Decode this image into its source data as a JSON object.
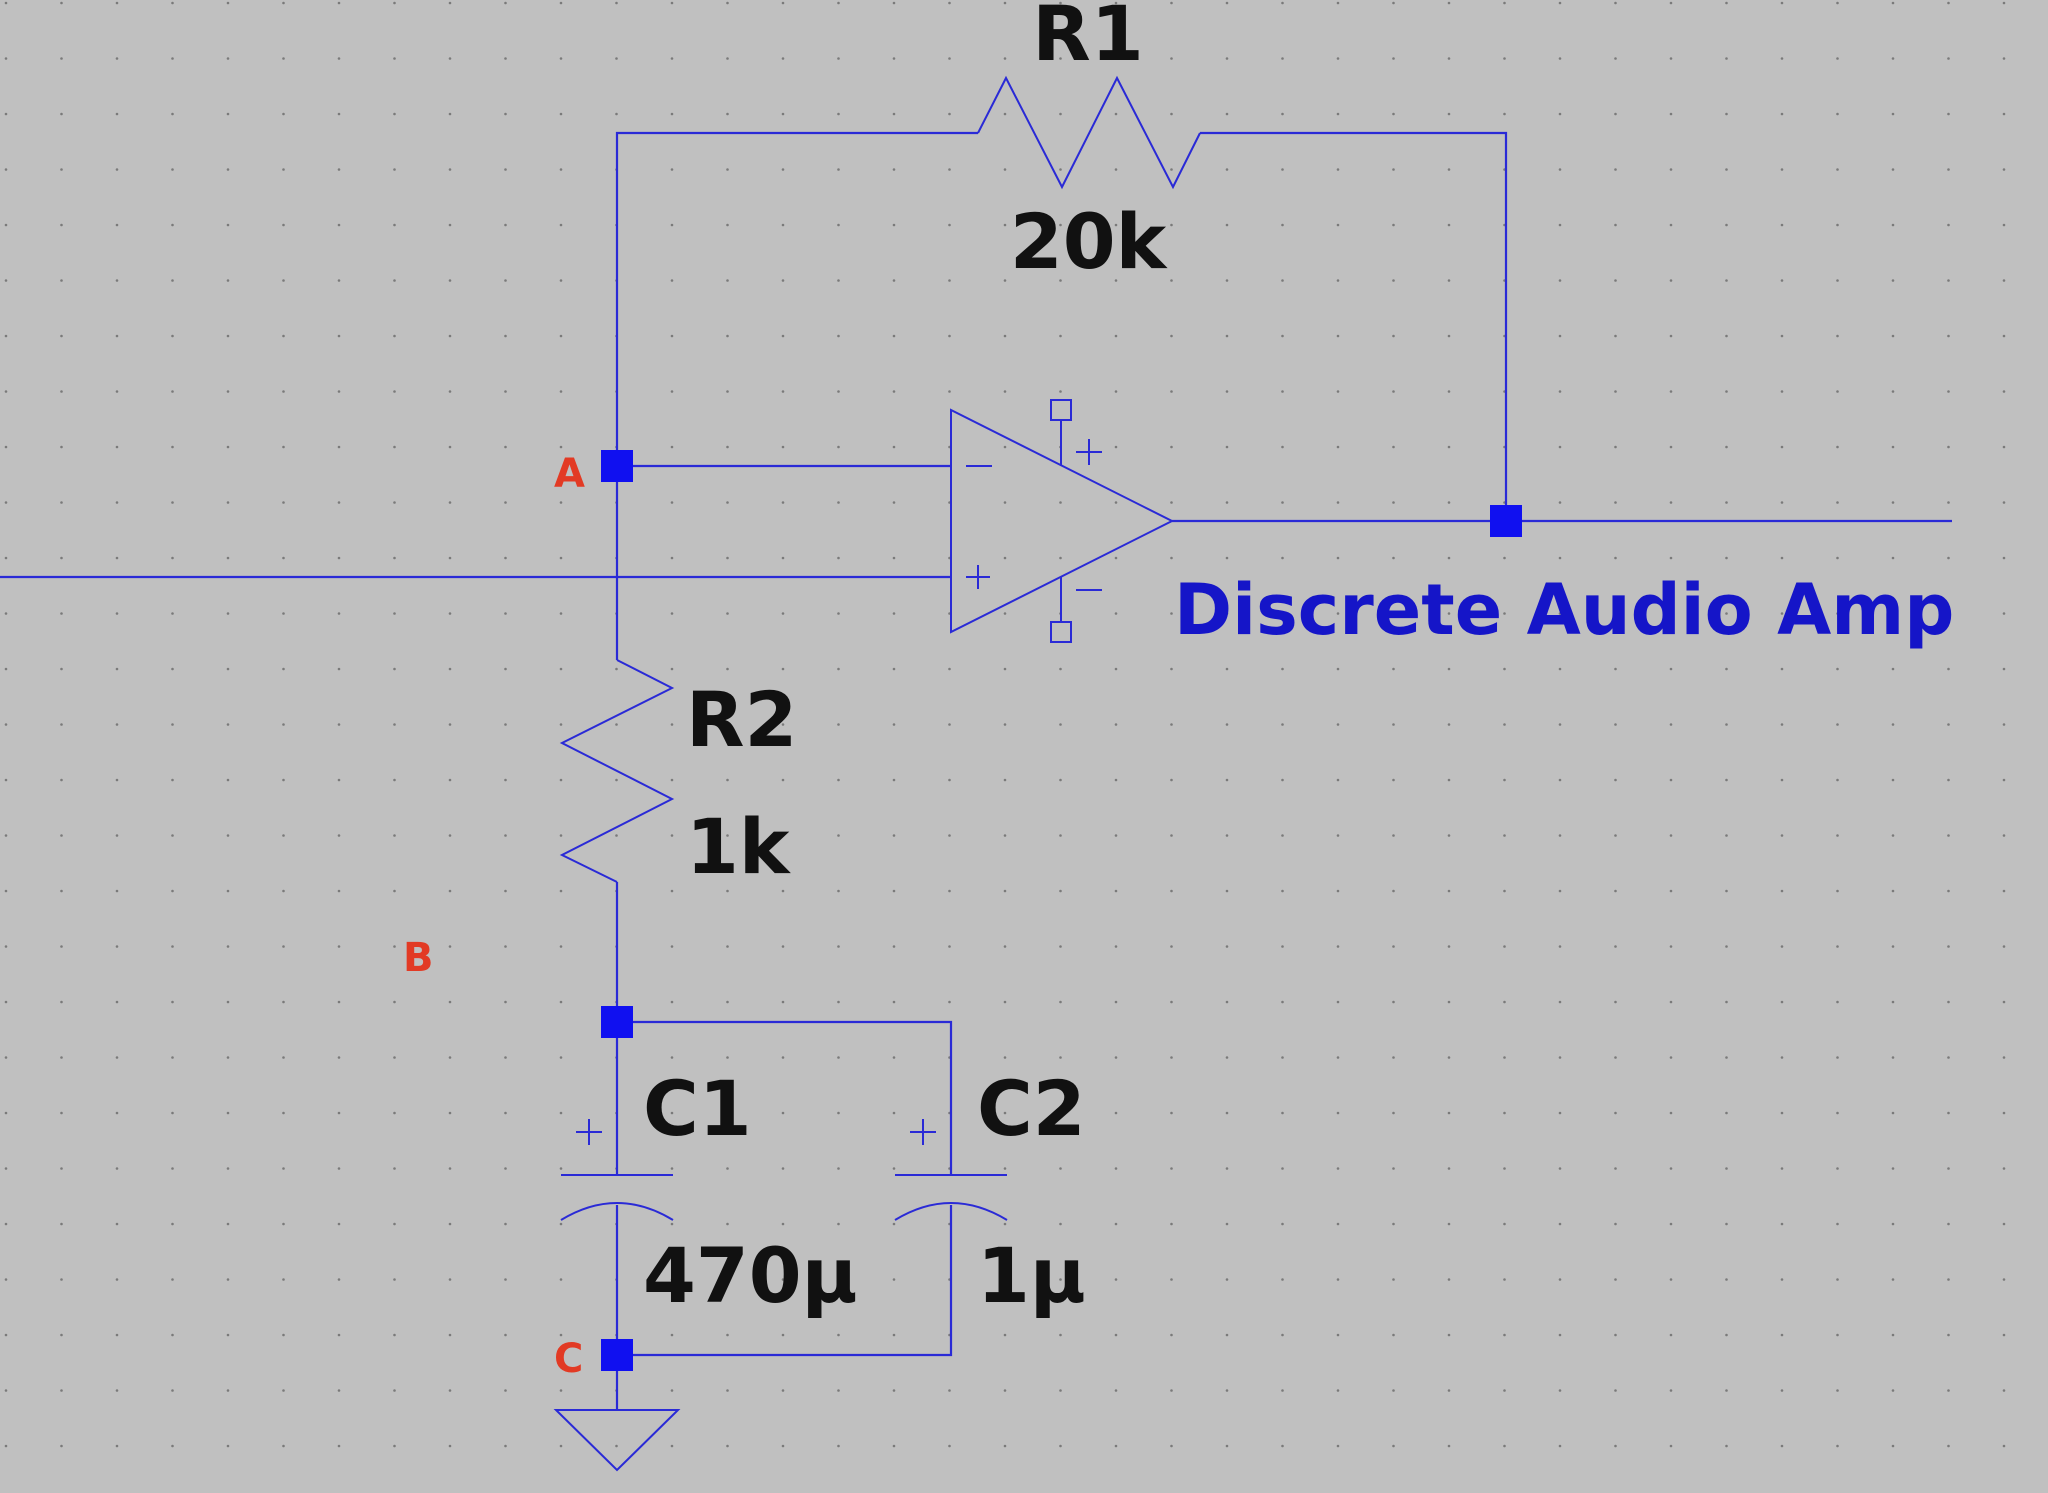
{
  "title": "Discrete Audio Amp",
  "components": {
    "r1": {
      "ref": "R1",
      "value": "20k"
    },
    "r2": {
      "ref": "R2",
      "value": "1k"
    },
    "c1": {
      "ref": "C1",
      "value": "470µ"
    },
    "c2": {
      "ref": "C2",
      "value": "1µ"
    }
  },
  "nodes": {
    "a": "A",
    "b": "B",
    "c": "C"
  },
  "opamp": {
    "inverting": "−",
    "noninverting": "+"
  },
  "colors": {
    "background": "#c0c0c0",
    "wire": "#2a2ad6",
    "junction": "#1010f0",
    "title": "#1515c8",
    "node_label": "#e23a24",
    "component_text": "#111111"
  }
}
